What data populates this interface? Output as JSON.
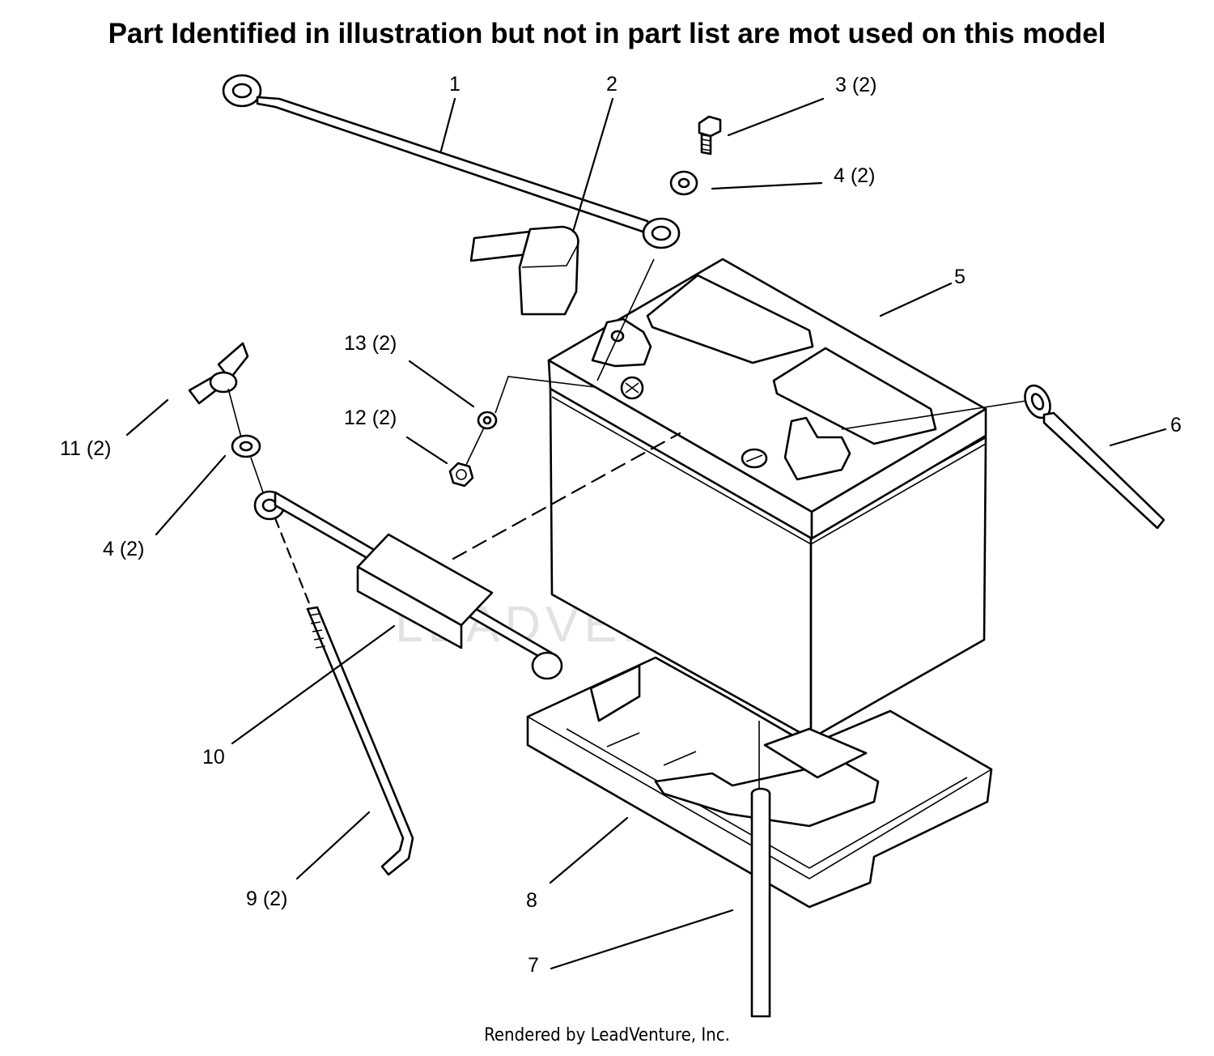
{
  "title": "Part Identified in illustration but not in part list are mot used on this model",
  "footer": "Rendered by LeadVenture, Inc.",
  "watermark": "LEADVENTURE",
  "callouts": {
    "c1": "1",
    "c2": "2",
    "c3": "3 (2)",
    "c4a": "4 (2)",
    "c5": "5",
    "c6": "6",
    "c7": "7",
    "c8": "8",
    "c9": "9 (2)",
    "c10": "10",
    "c11": "11 (2)",
    "c4b": "4 (2)",
    "c12": "12 (2)",
    "c13": "13 (2)"
  }
}
